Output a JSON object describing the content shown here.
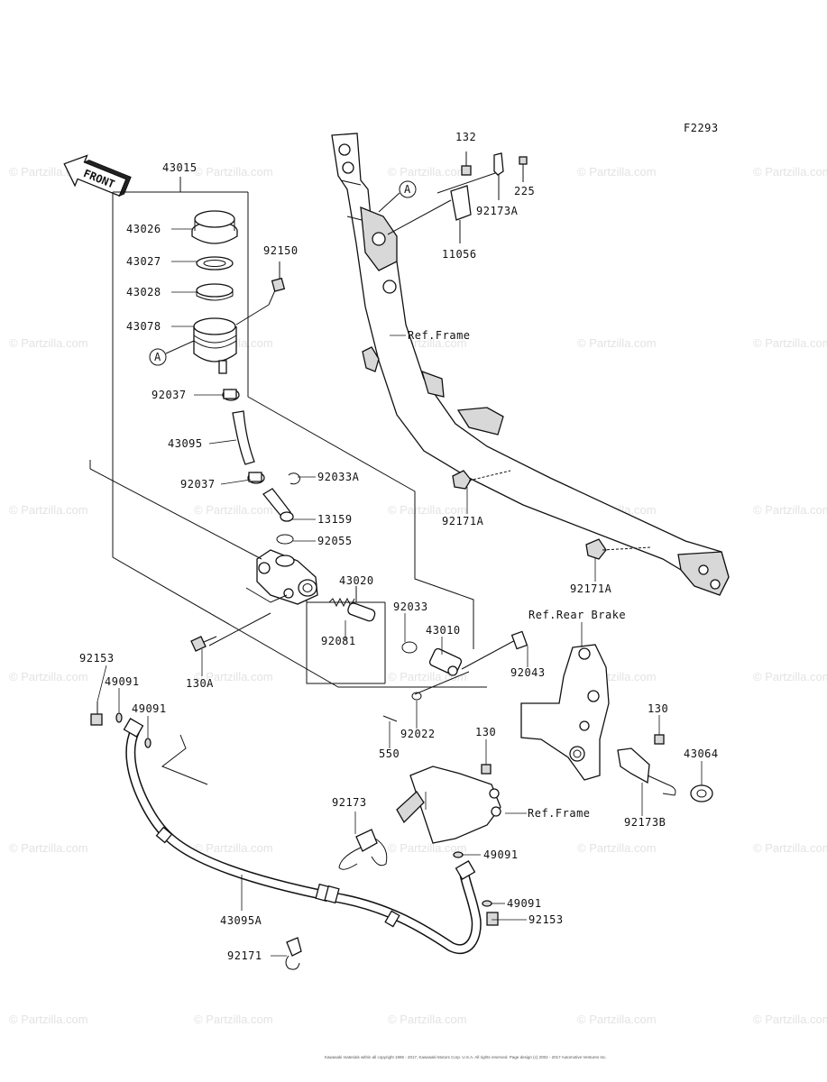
{
  "diagram_code": "F2293",
  "front_label": "FRONT",
  "ref_labels": {
    "frame_upper": "Ref.Frame",
    "frame_lower": "Ref.Frame",
    "rear_brake": "Ref.Rear Brake"
  },
  "circle_marker": "A",
  "parts": {
    "p43015": "43015",
    "p43026": "43026",
    "p43027": "43027",
    "p43028": "43028",
    "p43078": "43078",
    "p92150": "92150",
    "p92037a": "92037",
    "p43095": "43095",
    "p92037b": "92037",
    "p92033A": "92033A",
    "p13159": "13159",
    "p92055": "92055",
    "p43020": "43020",
    "p92033": "92033",
    "p92081": "92081",
    "p43010": "43010",
    "p130A": "130A",
    "p92153a": "92153",
    "p49091a": "49091",
    "p49091b": "49091",
    "p92022": "92022",
    "p550": "550",
    "p92043": "92043",
    "p130a": "130",
    "p130b": "130",
    "p43064": "43064",
    "p92173": "92173",
    "p92173B": "92173B",
    "p49091c": "49091",
    "p49091d": "49091",
    "p92153b": "92153",
    "p43095A": "43095A",
    "p92171": "92171",
    "p92171Aa": "92171A",
    "p92171Ab": "92171A",
    "p132": "132",
    "p225": "225",
    "p92173A": "92173A",
    "p11056": "11056"
  },
  "watermark": "© Partzilla.com",
  "copyright": "Kawasaki materials within all copyright 1995 - 2017, Kawasaki Motors Corp. U.S.A. All rights reserved. Page design (c) 2002 - 2017 Automotive Ventures Inc."
}
